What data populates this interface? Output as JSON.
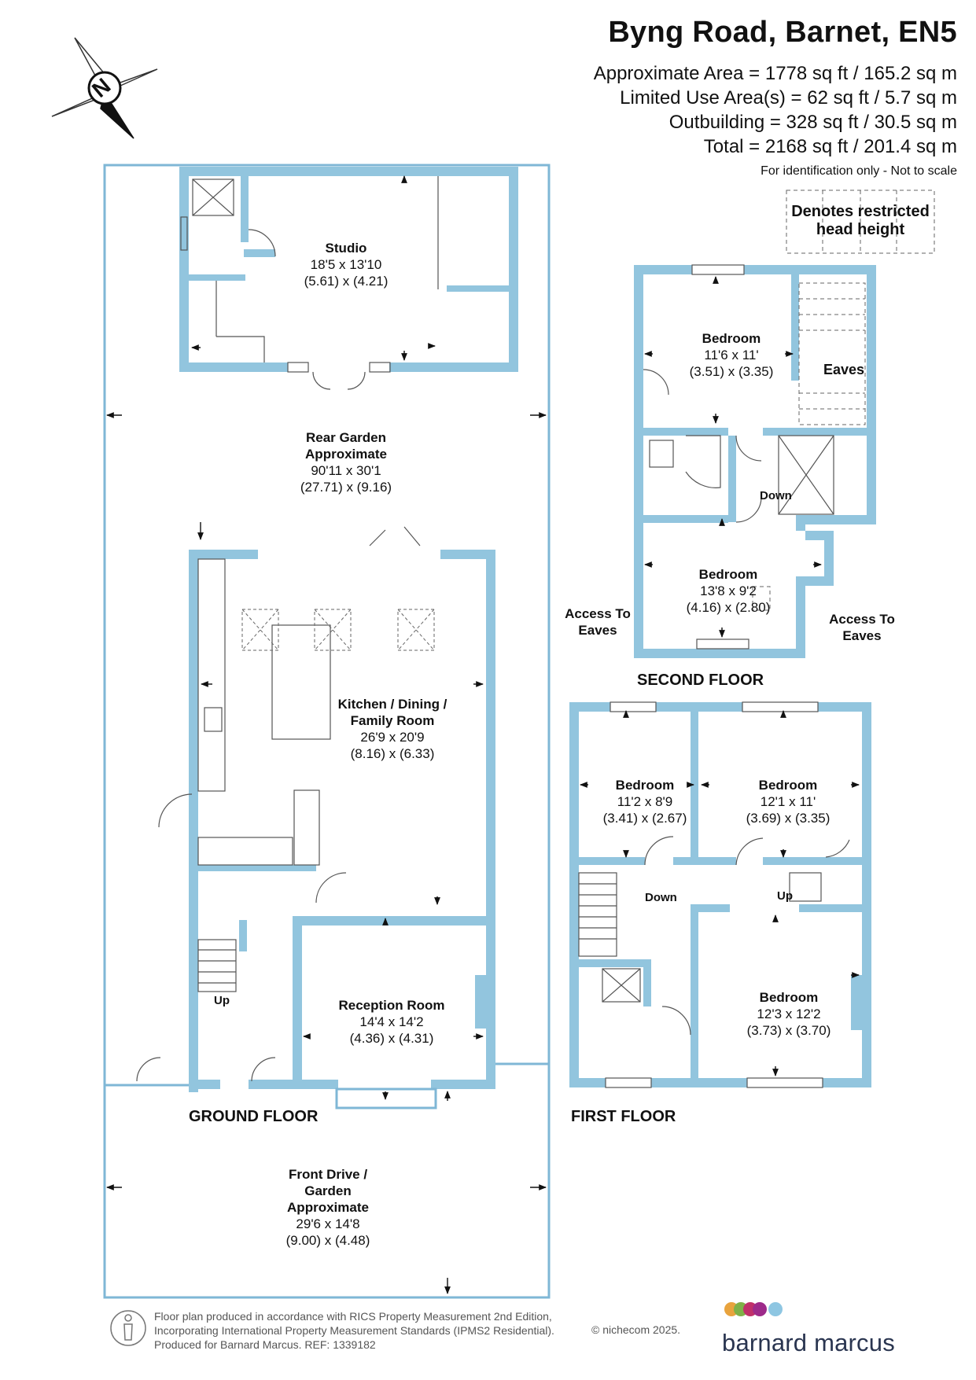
{
  "header": {
    "title": "Byng Road, Barnet, EN5",
    "areas": [
      "Approximate Area = 1778 sq ft / 165.2 sq m",
      "Limited Use Area(s) = 62 sq ft / 5.7 sq m",
      "Outbuilding = 328 sq ft / 30.5 sq m",
      "Total = 2168 sq ft / 201.4 sq m"
    ],
    "note": "For identification only - Not to scale"
  },
  "legend": {
    "restricted": "Denotes restricted head height"
  },
  "compass": {
    "letter": "N"
  },
  "rooms": {
    "studio": {
      "name": "Studio",
      "imperial": "18'5 x 13'10",
      "metric": "(5.61) x (4.21)"
    },
    "rear_garden": {
      "name": "Rear Garden Approximate",
      "imperial": "90'11 x 30'1",
      "metric": "(27.71) x (9.16)"
    },
    "kitchen": {
      "name": "Kitchen / Dining / Family Room",
      "imperial": "26'9 x 20'9",
      "metric": "(8.16) x (6.33)"
    },
    "reception": {
      "name": "Reception Room",
      "imperial": "14'4 x 14'2",
      "metric": "(4.36) x (4.31)"
    },
    "front_drive": {
      "name": "Front Drive / Garden Approximate",
      "imperial": "29'6 x 14'8",
      "metric": "(9.00) x (4.48)"
    },
    "sf_bed1": {
      "name": "Bedroom",
      "imperial": "11'6 x 11'",
      "metric": "(3.51) x (3.35)"
    },
    "sf_bed2": {
      "name": "Bedroom",
      "imperial": "13'8 x 9'2",
      "metric": "(4.16) x (2.80)"
    },
    "ff_bed1": {
      "name": "Bedroom",
      "imperial": "11'2 x 8'9",
      "metric": "(3.41) x (2.67)"
    },
    "ff_bed2": {
      "name": "Bedroom",
      "imperial": "12'1 x 11'",
      "metric": "(3.69) x (3.35)"
    },
    "ff_bed3": {
      "name": "Bedroom",
      "imperial": "12'3 x 12'2",
      "metric": "(3.73) x (3.70)"
    }
  },
  "labels": {
    "eaves": "Eaves",
    "down": "Down",
    "up": "Up",
    "access_to_eaves": "Access To Eaves"
  },
  "floors": {
    "ground": "GROUND FLOOR",
    "first": "FIRST FLOOR",
    "second": "SECOND FLOOR"
  },
  "footer": {
    "line1": "Floor plan produced in accordance with RICS Property Measurement 2nd Edition,",
    "line2": "Incorporating International Property Measurement Standards (IPMS2 Residential).",
    "line3": "Produced for Barnard Marcus.   REF:  1339182",
    "copyright": "© nichecom 2025.",
    "brand": "barnard marcus"
  },
  "colors": {
    "wall": "#92c5de",
    "outline": "#7fb7d6",
    "text": "#111111",
    "brand_dots": [
      "#e8a33d",
      "#7fb148",
      "#c0306a",
      "#9d2a8a",
      "#8ec6e2"
    ]
  }
}
